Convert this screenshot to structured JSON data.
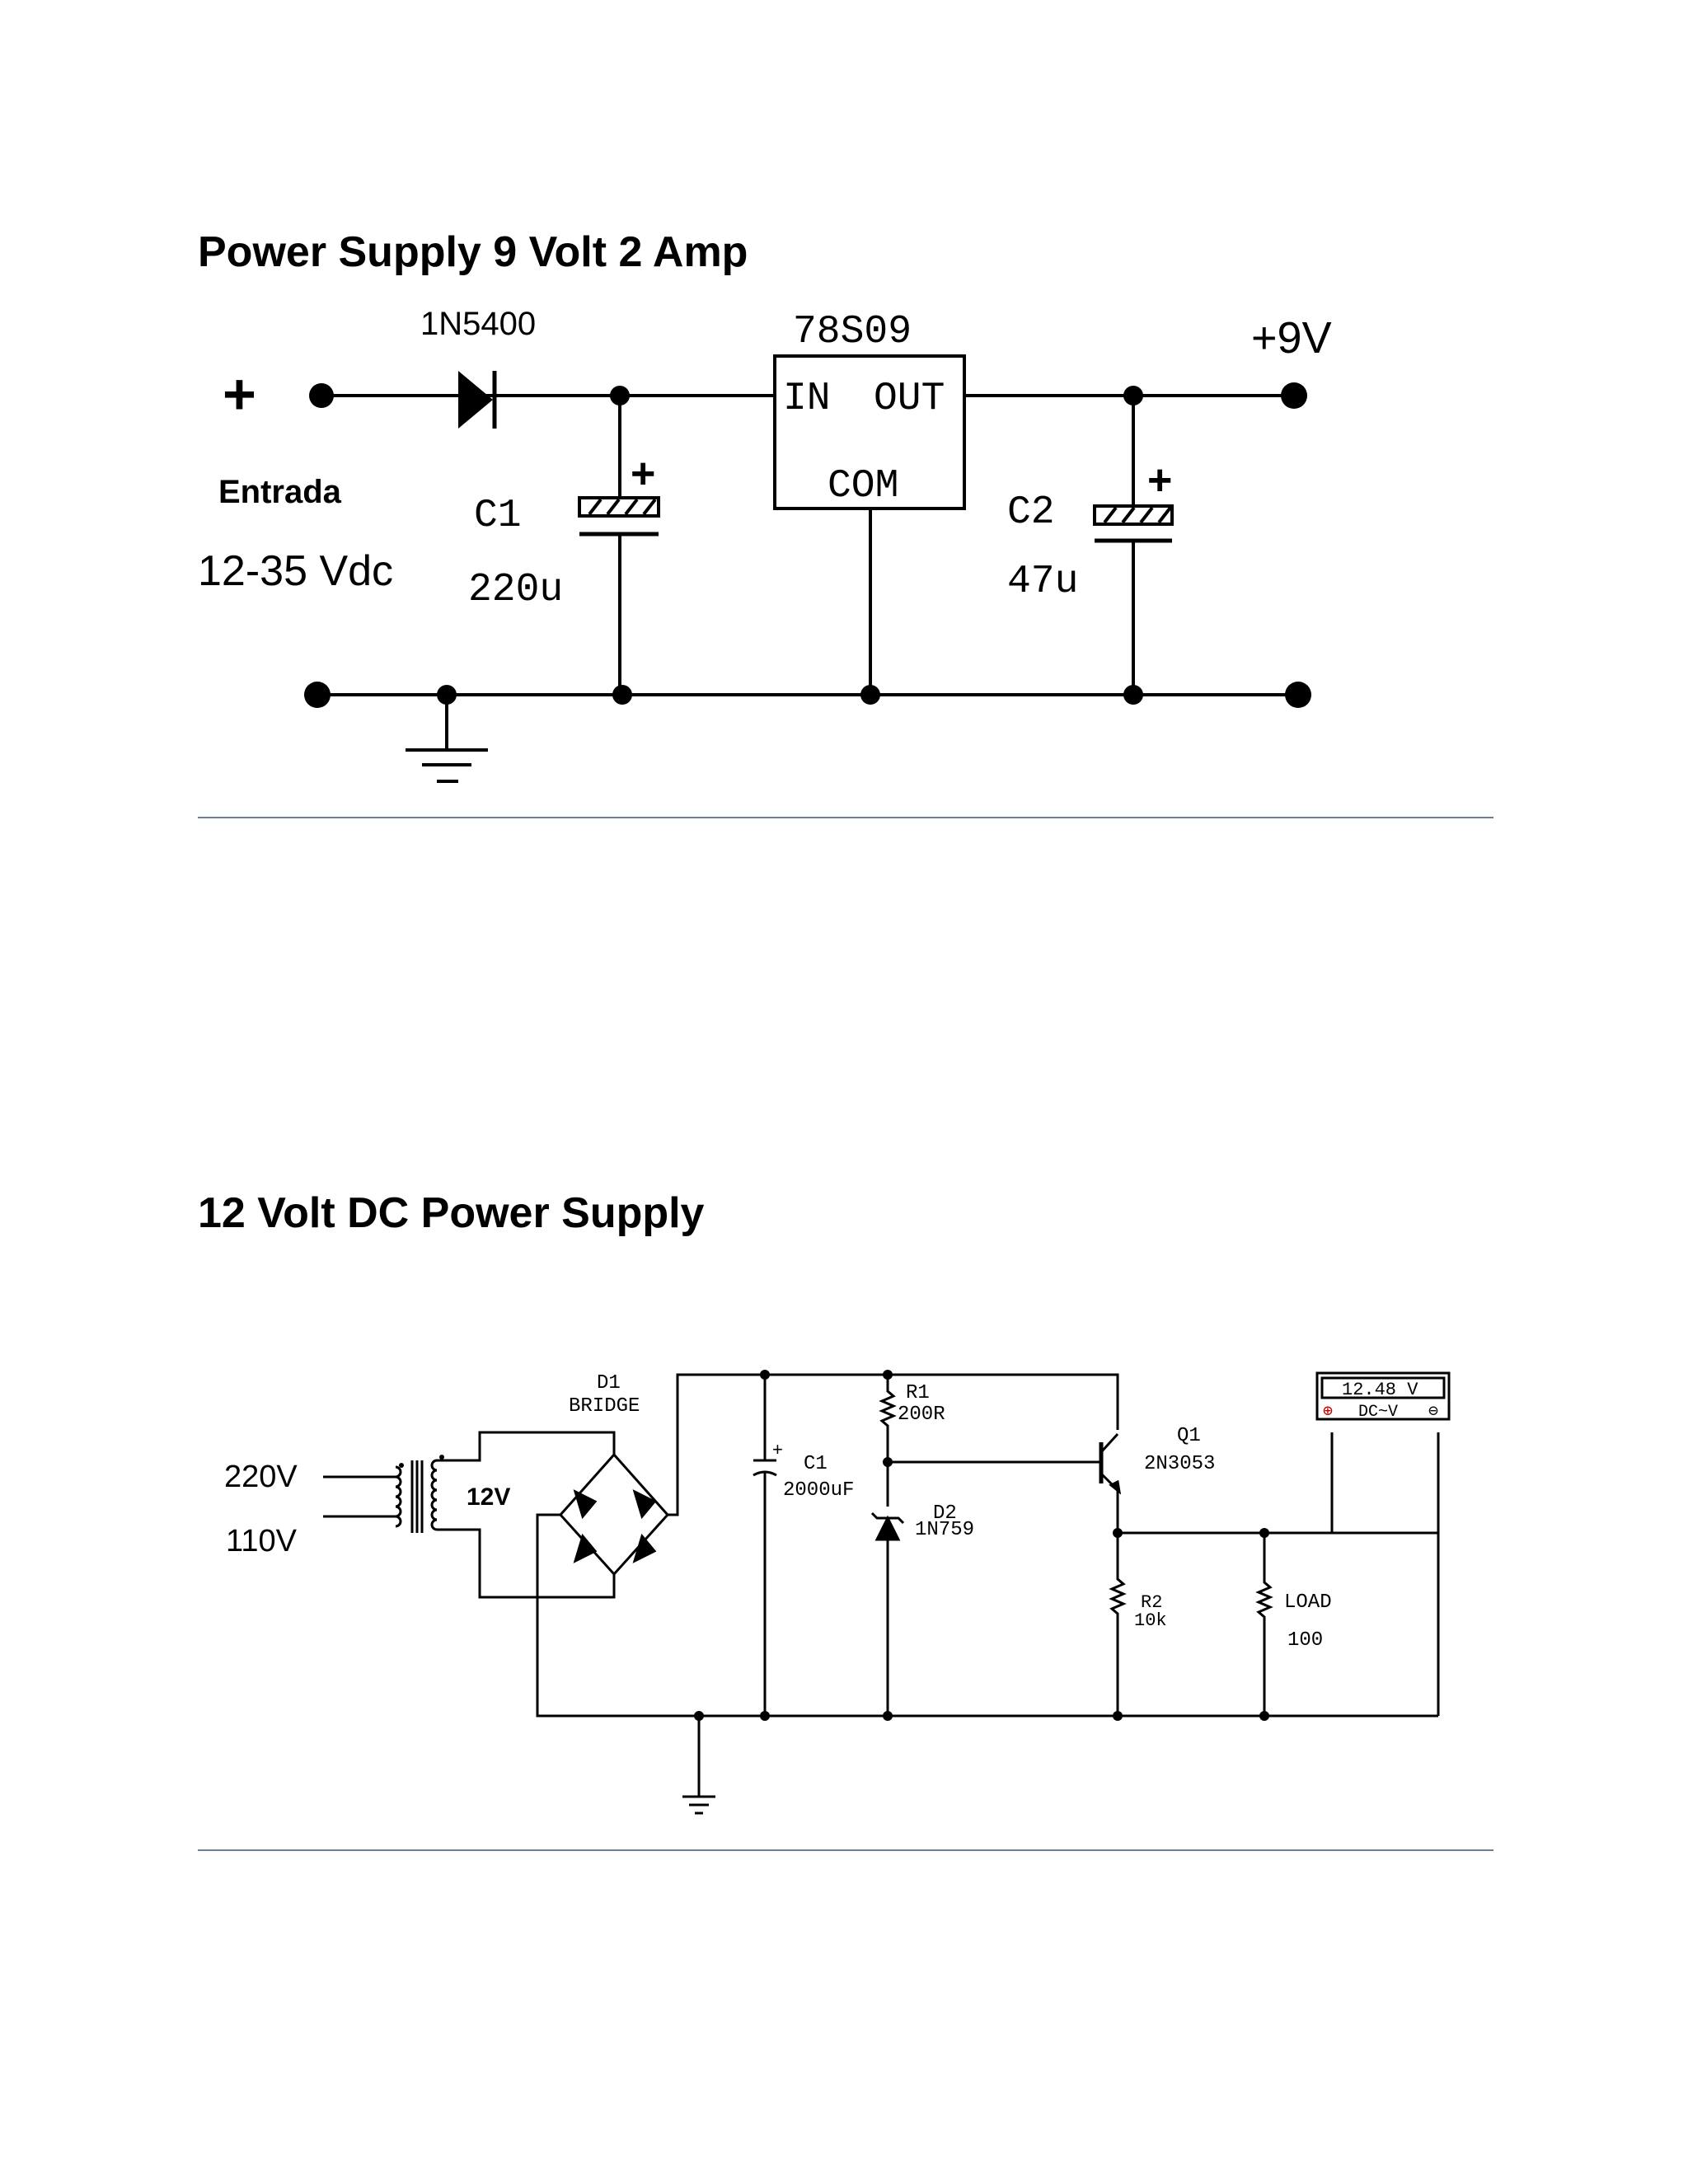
{
  "section1": {
    "title": "Power Supply 9 Volt 2 Amp",
    "input_plus": "+",
    "input_label": "Entrada",
    "input_range": "12-35 Vdc",
    "diode": "1N5400",
    "regulator": "78S09",
    "reg_in": "IN",
    "reg_out": "OUT",
    "reg_com": "COM",
    "c1_name": "C1",
    "c1_value": "220u",
    "c2_name": "C2",
    "c2_value": "47u",
    "cap_plus": "+",
    "output": "+9V"
  },
  "section2": {
    "title": "12 Volt DC Power Supply",
    "v220": "220V",
    "v110": "110V",
    "secondary": "12V",
    "d1_name": "D1",
    "d1_type": "BRIDGE",
    "c1_name": "C1",
    "c1_value": "2000uF",
    "cap_plus": "+",
    "r1_name": "R1",
    "r1_value": "200R",
    "d2_name": "D2",
    "d2_value": "1N759",
    "q1_name": "Q1",
    "q1_value": "2N3053",
    "r2_name": "R2",
    "r2_value": "10k",
    "load_name": "LOAD",
    "load_value": "100",
    "meter_reading": "12.48 V",
    "meter_mode": "DC~V",
    "meter_plus": "⊕",
    "meter_minus": "⊖"
  }
}
